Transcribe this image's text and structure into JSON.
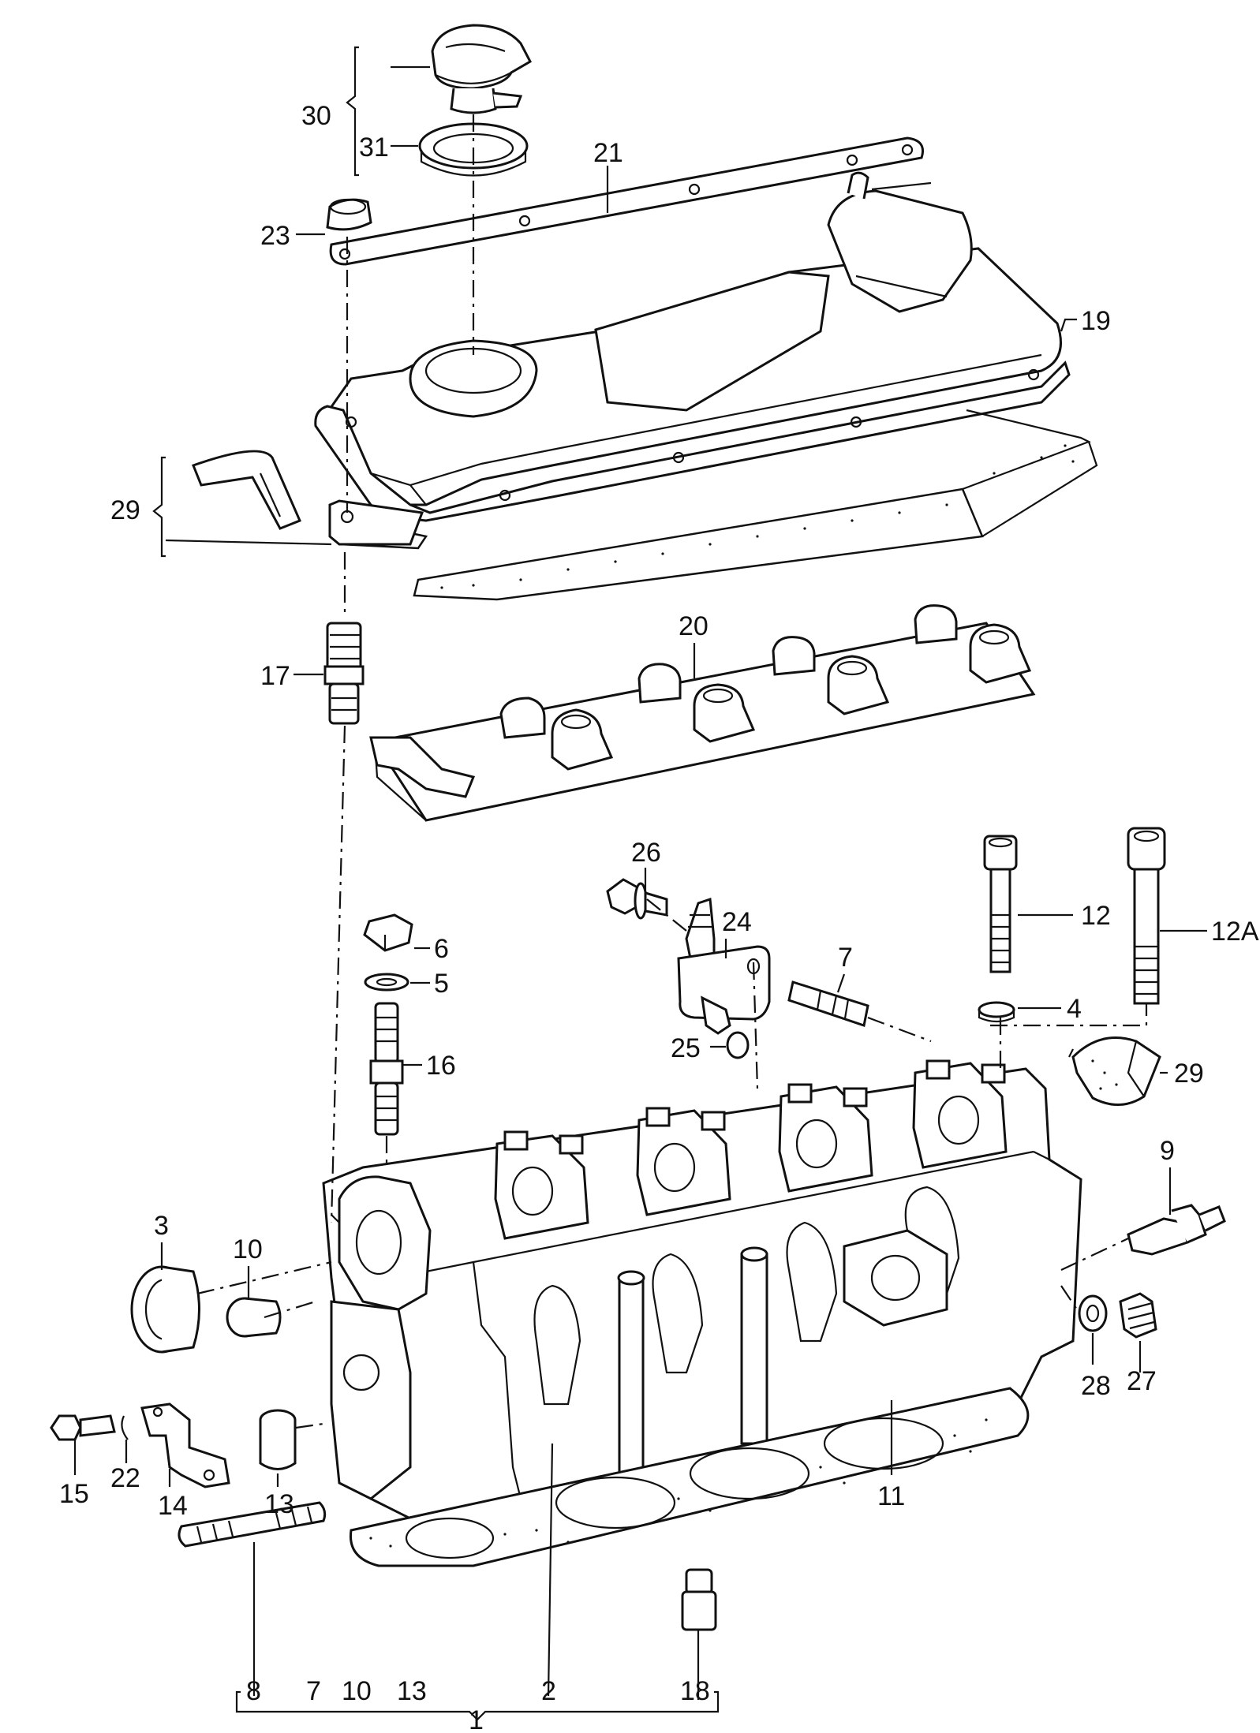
{
  "labels": {
    "l30": "30",
    "l31": "31",
    "l21": "21",
    "l23": "23",
    "l19": "19",
    "l29a": "29",
    "l20": "20",
    "l17": "17",
    "l26": "26",
    "l24": "24",
    "l12": "12",
    "l12a": "12A",
    "l6": "6",
    "l5": "5",
    "l7a": "7",
    "l16": "16",
    "l4": "4",
    "l25": "25",
    "l29b": "29",
    "l9": "9",
    "l3": "3",
    "l10a": "10",
    "l28": "28",
    "l27": "27",
    "l15": "15",
    "l22": "22",
    "l14": "14",
    "l13a": "13",
    "l11": "11",
    "l18": "18",
    "l2": "2",
    "l8": "8",
    "l7b": "7",
    "l10b": "10",
    "l13b": "13",
    "l1": "1"
  }
}
